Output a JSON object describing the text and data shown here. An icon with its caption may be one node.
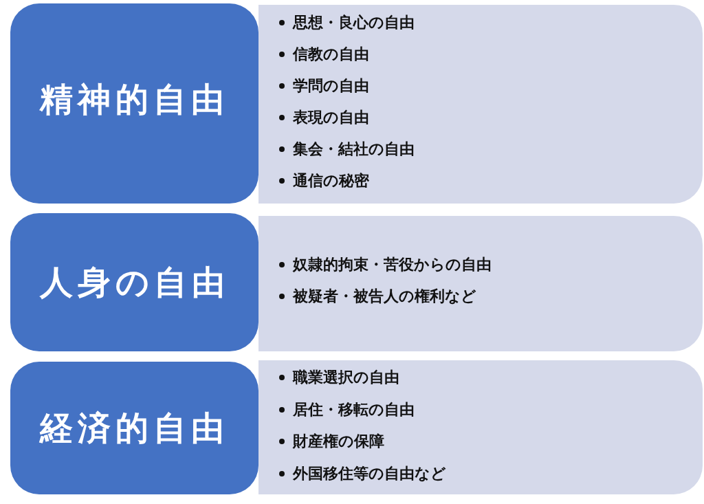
{
  "diagram": {
    "nodes": [
      {
        "text": [
          "精神的自由"
        ]
      },
      {
        "text": [
          "思想・良心の自由",
          "信教の自由",
          "学問の自由",
          "表現の自由",
          "集会・結社の自由",
          "通信の秘密"
        ]
      },
      {
        "text": [
          "人身の自由"
        ]
      },
      {
        "text": [
          "奴隷的拘束・苦役からの自由",
          "被疑者・被告人の権利など"
        ]
      },
      {
        "text": [
          "経済的自由"
        ]
      },
      {
        "text": [
          "職業選択の自由",
          "居住・移転の自由",
          "財産権の保障",
          "外国移住等の自由など"
        ]
      }
    ]
  }
}
